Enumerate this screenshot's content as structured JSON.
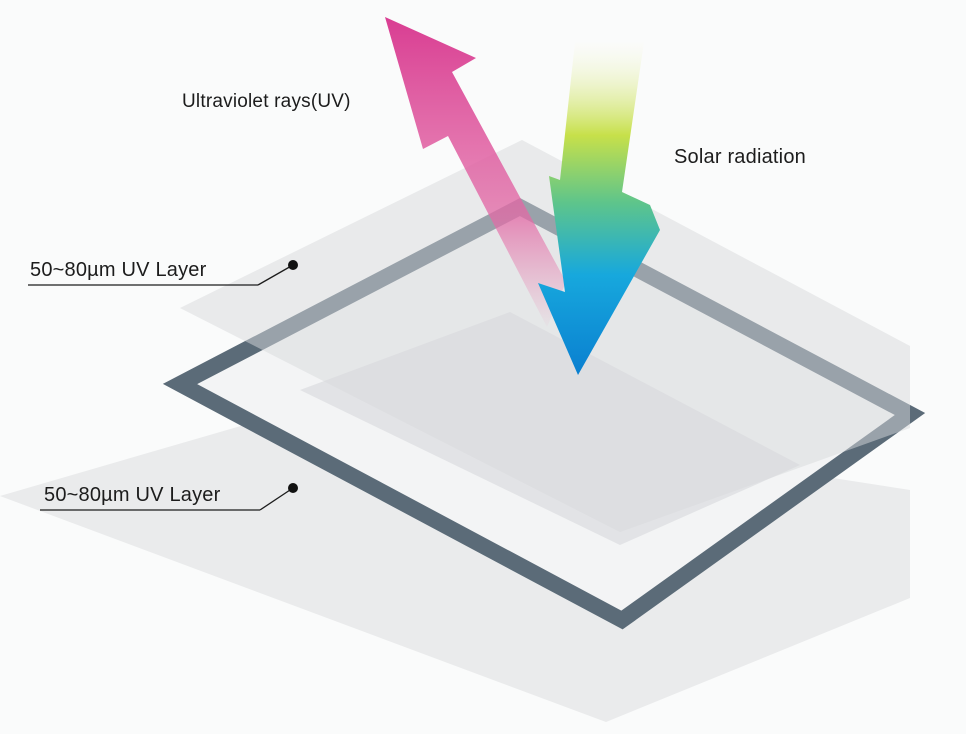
{
  "labels": {
    "uv_rays": "Ultraviolet rays(UV)",
    "solar_radiation": "Solar radiation",
    "uv_layer_top": "50~80µm UV Layer",
    "uv_layer_bottom": "50~80µm UV Layer"
  },
  "colors": {
    "background": "#fafbfb",
    "glass_sheet": "#e3e4e6",
    "frame": "#5b6b78",
    "uv_arrow": "#d93d92",
    "solar_arrow_top": "#c7e04a",
    "solar_arrow_bottom": "#0a7fd0",
    "leader_line": "#1c1c1c"
  },
  "icons": {
    "uv_arrow": "uv-ray-arrow-icon",
    "solar_arrow": "solar-radiation-arrow-icon"
  }
}
